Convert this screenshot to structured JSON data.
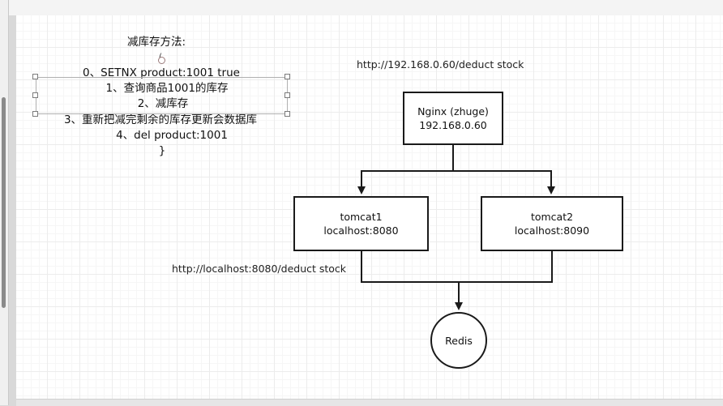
{
  "method_title": "减库存方法:",
  "steps": [
    "0、SETNX  product:1001  true",
    "1、查询商品1001的库存",
    "2、减库存",
    "3、重新把减完剩余的库存更新会数据库",
    "4、del product:1001",
    "}"
  ],
  "cursor_glyph": "(",
  "nginx_url": "http://192.168.0.60/deduct stock",
  "tomcat_url": "http://localhost:8080/deduct stock",
  "nodes": {
    "nginx": {
      "name": "Nginx (zhuge)",
      "address": "192.168.0.60"
    },
    "tomcat1": {
      "name": "tomcat1",
      "address": "localhost:8080"
    },
    "tomcat2": {
      "name": "tomcat2",
      "address": "localhost:8090"
    },
    "redis": {
      "name": "Redis"
    }
  },
  "colors": {
    "line": "#1a1a1a",
    "grid": "#ececec",
    "canvas": "#ffffff"
  }
}
